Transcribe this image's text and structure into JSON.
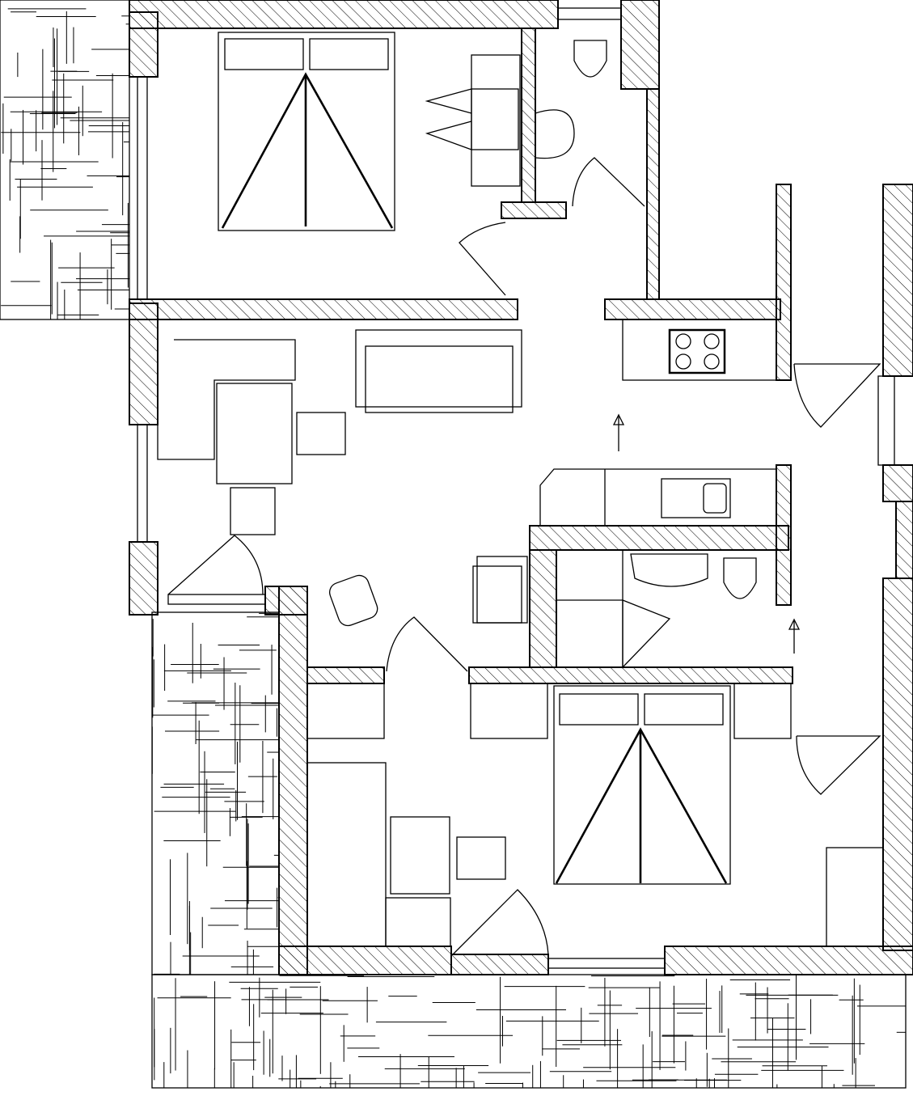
{
  "plan": {
    "type": "apartment-floor-plan",
    "rooms": [
      "bedroom-top",
      "bathroom-top",
      "living-room",
      "kitchen",
      "bathroom-bottom",
      "bedroom-bottom",
      "terrace-left",
      "terrace-bottom"
    ],
    "icons": [
      "bed-icon",
      "armchair-icon",
      "stove-icon",
      "sink-icon",
      "toilet-icon",
      "door-swing-icon",
      "arrow-up-icon"
    ],
    "colors": {
      "line": "#000000",
      "background": "#ffffff"
    }
  }
}
